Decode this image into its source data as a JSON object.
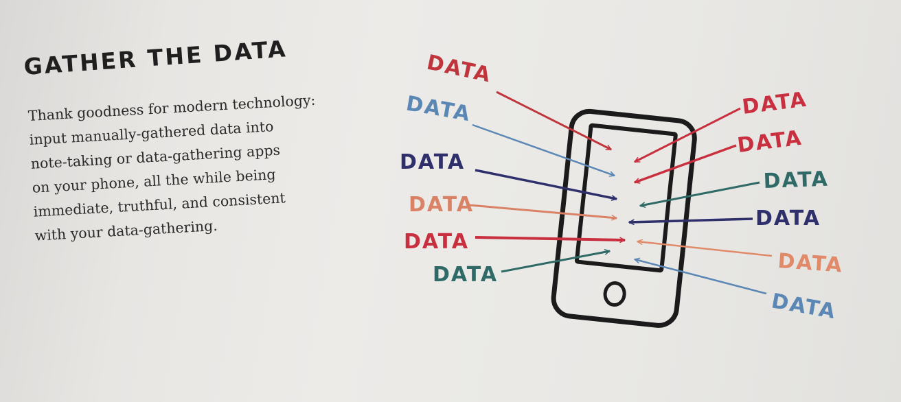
{
  "article": {
    "heading": "GATHER THE DATA",
    "body_lines": [
      "Thank goodness for modern technology:",
      "input manually-gathered data into",
      "note-taking or data-gathering apps",
      "on your phone, all the while being",
      "immediate, truthful, and consistent",
      "with your data-gathering."
    ]
  },
  "illustration": {
    "phone_icon": "smartphone-icon",
    "labels_left": [
      {
        "text": "DATA",
        "color": "#c0343c"
      },
      {
        "text": "DATA",
        "color": "#5b87b5"
      },
      {
        "text": "DATA",
        "color": "#2e2f6b"
      },
      {
        "text": "DATA",
        "color": "#d98266"
      },
      {
        "text": "DATA",
        "color": "#c9303f"
      },
      {
        "text": "DATA",
        "color": "#2f6a66"
      }
    ],
    "labels_right": [
      {
        "text": "DATA",
        "color": "#c9303f"
      },
      {
        "text": "DATA",
        "color": "#c9303f"
      },
      {
        "text": "DATA",
        "color": "#2f6a66"
      },
      {
        "text": "DATA",
        "color": "#2e2f6b"
      },
      {
        "text": "DATA",
        "color": "#e08a6a"
      },
      {
        "text": "DATA",
        "color": "#5b87b5"
      }
    ]
  }
}
